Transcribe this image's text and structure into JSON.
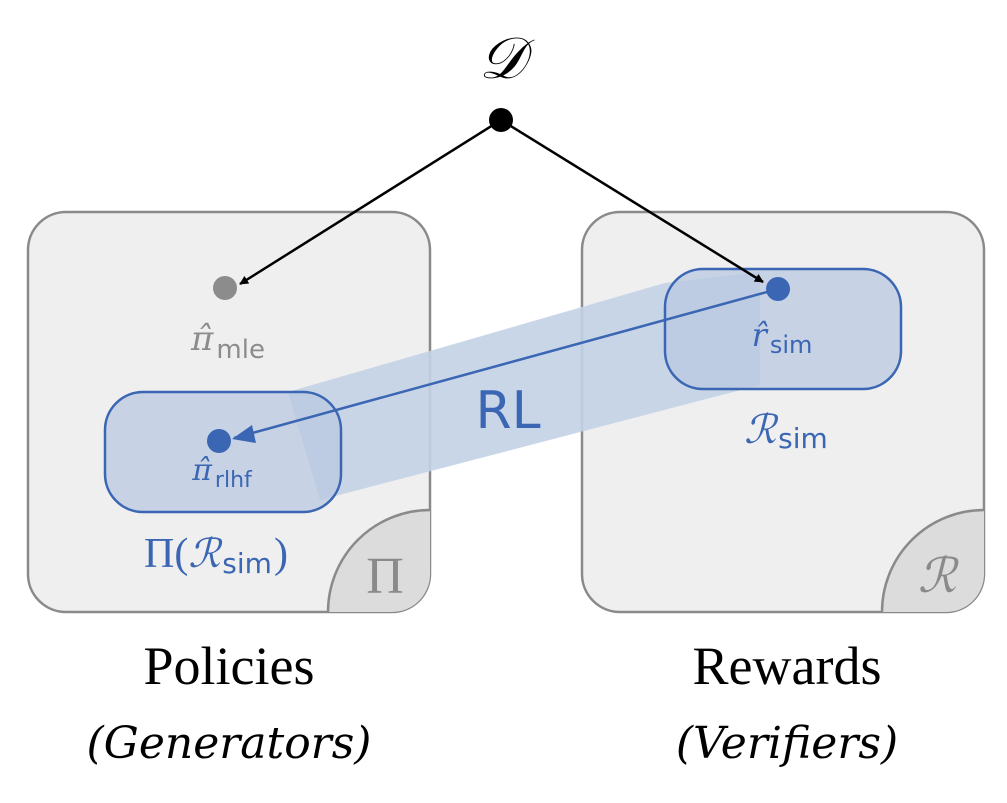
{
  "nodes": {
    "dataset": {
      "symbol": "𝒟"
    },
    "pi_mle": {
      "base": "π̂",
      "sub": "mle"
    },
    "pi_rlhf": {
      "base": "π̂",
      "sub": "rlhf"
    },
    "r_sim": {
      "base": "r̂",
      "sub": "sim"
    }
  },
  "edges": {
    "rl_label": "RL"
  },
  "sets": {
    "policy_subset": {
      "open": "Π(",
      "script": "ℛ",
      "sub": "sim",
      "close": ")"
    },
    "reward_subset": {
      "script": "ℛ",
      "sub": "sim"
    },
    "policy_space_corner": "Π",
    "reward_space_corner": "ℛ"
  },
  "captions": {
    "policies_title": "Policies",
    "policies_subtitle": "(Generators)",
    "rewards_title": "Rewards",
    "rewards_subtitle": "(Verifiers)"
  },
  "colors": {
    "panel_fill": "#efefef",
    "panel_stroke": "#8a8a8a",
    "corner_fill": "#dcdcdc",
    "accent_blue": "#3a66b3",
    "blue_fill": "#b9c8e0",
    "band_fill": "#c3d1e6",
    "gray_node": "#8c8c8c",
    "black": "#000000"
  }
}
